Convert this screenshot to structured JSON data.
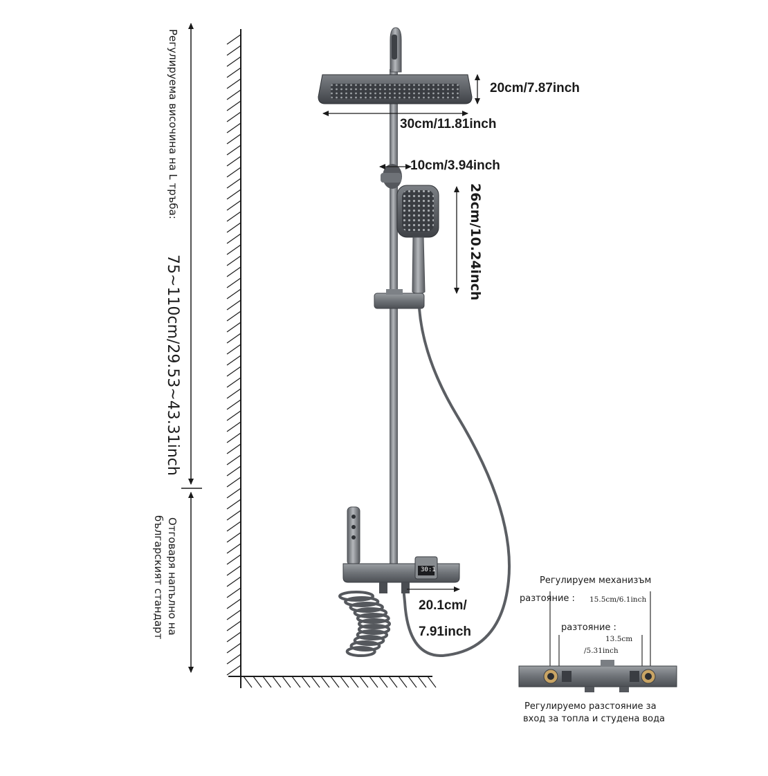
{
  "labels": {
    "head_depth": "20cm/7.87inch",
    "head_width": "30cm/11.81inch",
    "handheld_width": "10cm/3.94inch",
    "handheld_length": "26cm/10.24inch",
    "spout_length_line1": "20.1cm/",
    "spout_length_line2": "7.91inch",
    "height_title": "Регулируема височина на L тръба:",
    "height_range": "75~110cm/29.53~43.31inch",
    "standard_line1": "Отговаря напълно на",
    "standard_line2": "българският стандарт",
    "mechanism_title": "Регулируем механизъм",
    "distance_label_1": "разтояние :",
    "distance_value_1": "15.5cm/6.1inch",
    "distance_label_2": "разтояние :",
    "distance_value_2_line1": "13.5cm",
    "distance_value_2_line2": "/5.31inch",
    "inlet_caption_line1": "Регулируемо разстояние за",
    "inlet_caption_line2": "вход за топла и студена вода",
    "display_reading": "30:1"
  },
  "colors": {
    "metal_dark": "#4a4d52",
    "metal_mid": "#6e7277",
    "metal_light": "#a9adb1",
    "line": "#1a1a1a",
    "hose": "#5b5e63"
  }
}
